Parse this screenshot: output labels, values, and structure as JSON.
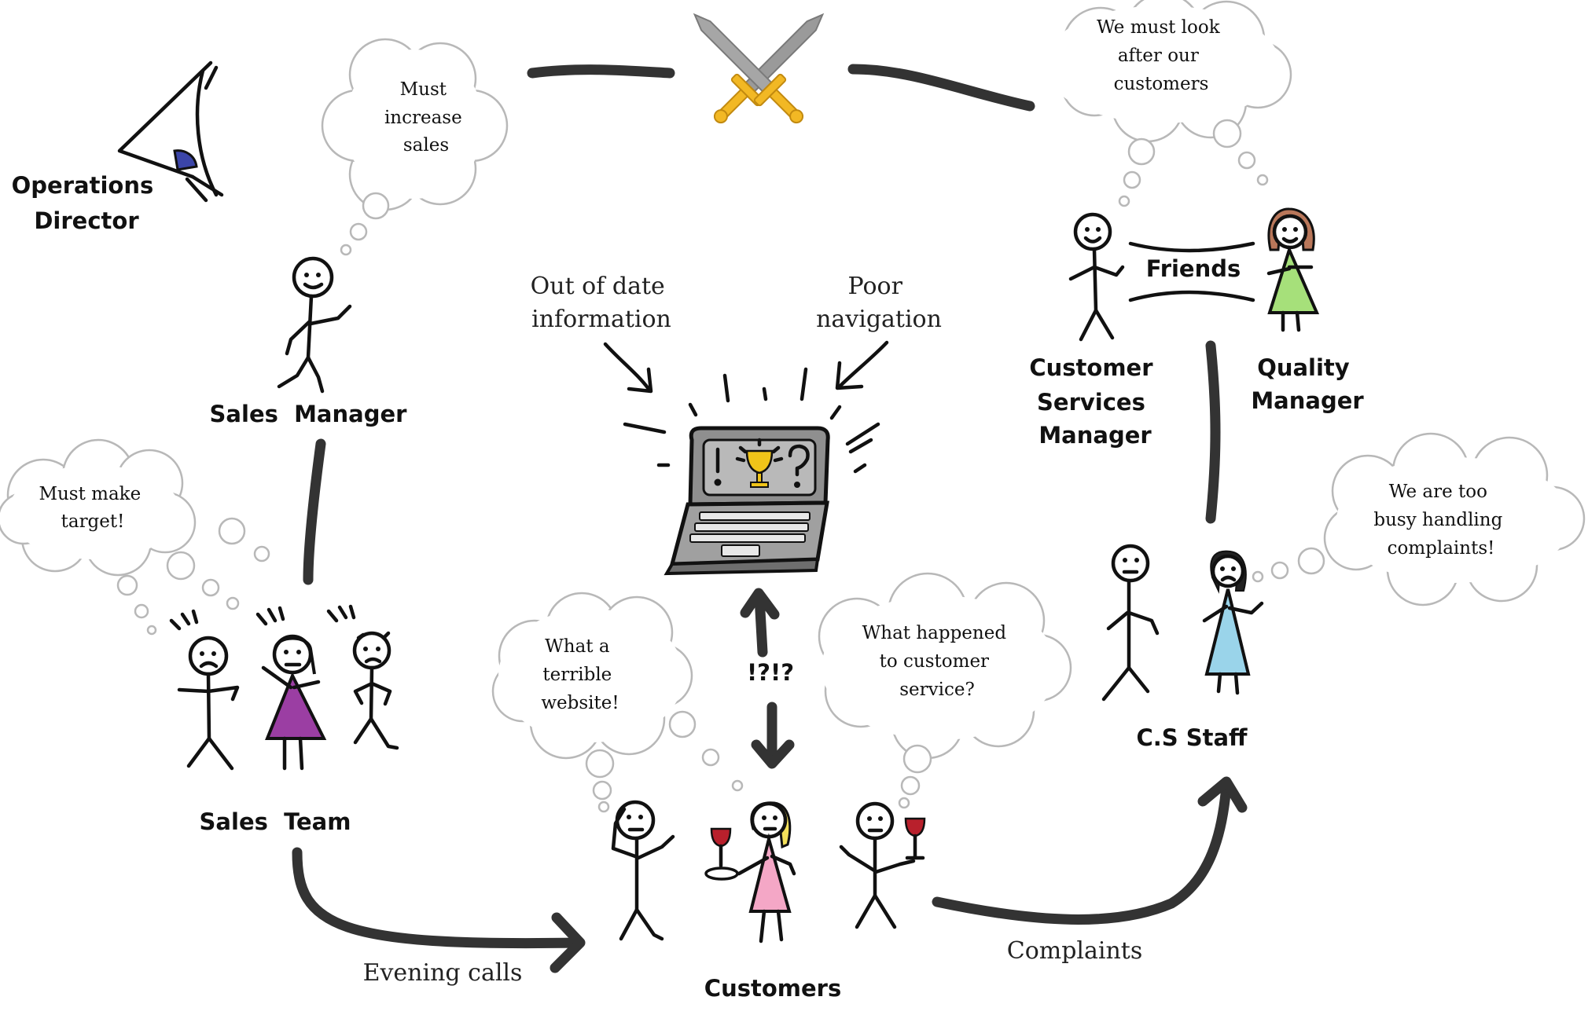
{
  "roles": {
    "operations_director_l1": "Operations",
    "operations_director_l2": "Director",
    "sales_manager": "Sales  Manager",
    "sales_team": "Sales  Team",
    "customers": "Customers",
    "customer_services_manager_l1": "Customer",
    "customer_services_manager_l2": "Services",
    "customer_services_manager_l3": "Manager",
    "quality_manager_l1": "Quality",
    "quality_manager_l2": "Manager",
    "cs_staff": "C.S Staff"
  },
  "relations": {
    "friends": "Friends",
    "evening_calls": "Evening calls",
    "complaints": "Complaints",
    "confusion": "!?!?"
  },
  "website_issues": {
    "out_of_date_l1": "Out of date",
    "out_of_date_l2": "information",
    "poor_nav_l1": "Poor",
    "poor_nav_l2": "navigation"
  },
  "thought_bubbles": {
    "sales_manager": [
      "Must",
      "increase",
      "sales"
    ],
    "cs_manager": [
      "We must look",
      "after our",
      "customers"
    ],
    "sales_team": [
      "Must make",
      "target!"
    ],
    "cs_staff": [
      "We are too",
      "busy handling",
      "complaints!"
    ],
    "customer_left": [
      "What a",
      "terrible",
      "website!"
    ],
    "customer_right": [
      "What happened",
      "to customer",
      "service?"
    ]
  },
  "colors": {
    "ink": "#111111",
    "arrow": "#333333",
    "cloud_outline": "#b8b8b8",
    "sword_blade": "#9a9a9a",
    "sword_hilt": "#f2b824",
    "trophy": "#f0c419",
    "laptop_body": "#9c9c9c",
    "dress_purple": "#9b3ea3",
    "dress_green": "#a6e07a",
    "dress_blue": "#9ad4ea",
    "dress_pink": "#f4a7c6",
    "hair_blonde": "#f3e05a",
    "hair_brown": "#b9775a",
    "eye_iris": "#3b45a8",
    "wine": "#b8202c"
  },
  "icons": [
    "eye-icon",
    "crossed-swords-icon",
    "laptop-icon",
    "trophy-icon",
    "wine-glass-icon"
  ]
}
